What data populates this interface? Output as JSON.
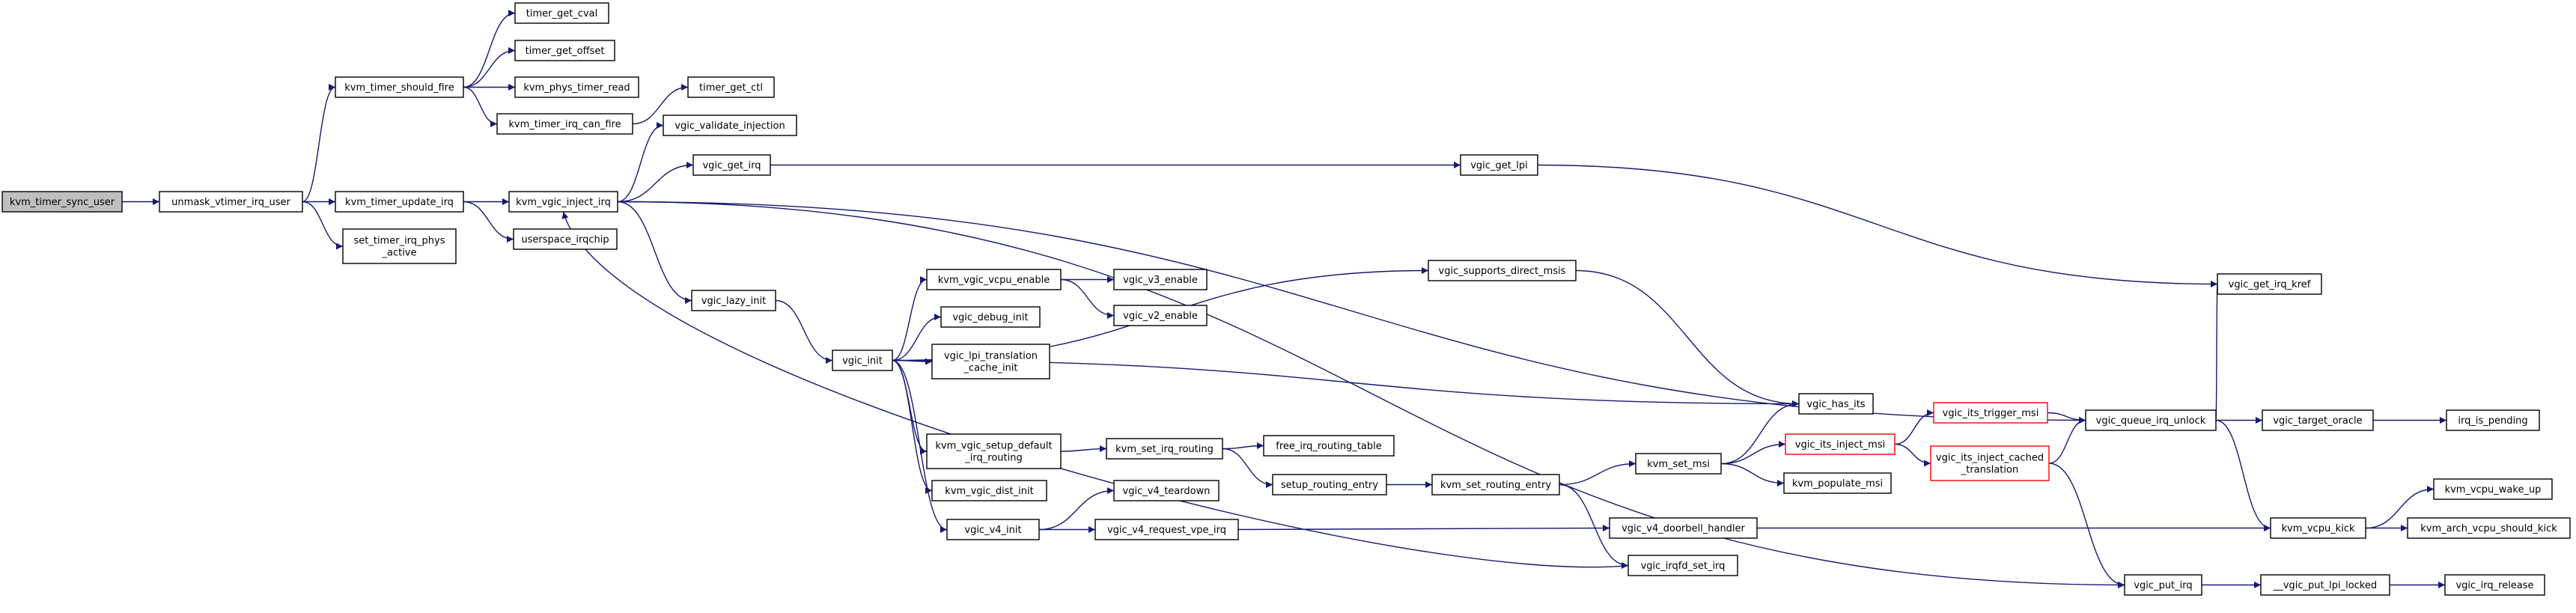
{
  "graph": {
    "title": "",
    "colors": {
      "edge": "#191970",
      "root_fill": "#bfbfbf",
      "truncated_border": "#ff0000",
      "node_border": "#000000",
      "node_fill": "#ffffff"
    },
    "nodes": [
      {
        "id": "kvm_timer_sync_user",
        "lines": [
          "kvm_timer_sync_user"
        ],
        "root": true
      },
      {
        "id": "unmask_vtimer_irq_user",
        "lines": [
          "unmask_vtimer_irq_user"
        ]
      },
      {
        "id": "kvm_timer_should_fire",
        "lines": [
          "kvm_timer_should_fire"
        ]
      },
      {
        "id": "timer_get_cval",
        "lines": [
          "timer_get_cval"
        ]
      },
      {
        "id": "timer_get_offset",
        "lines": [
          "timer_get_offset"
        ]
      },
      {
        "id": "kvm_phys_timer_read",
        "lines": [
          "kvm_phys_timer_read"
        ]
      },
      {
        "id": "kvm_timer_irq_can_fire",
        "lines": [
          "kvm_timer_irq_can_fire"
        ]
      },
      {
        "id": "timer_get_ctl",
        "lines": [
          "timer_get_ctl"
        ]
      },
      {
        "id": "kvm_timer_update_irq",
        "lines": [
          "kvm_timer_update_irq"
        ]
      },
      {
        "id": "set_timer_irq_phys_active",
        "lines": [
          "set_timer_irq_phys",
          "_active"
        ]
      },
      {
        "id": "kvm_vgic_inject_irq",
        "lines": [
          "kvm_vgic_inject_irq"
        ]
      },
      {
        "id": "userspace_irqchip",
        "lines": [
          "userspace_irqchip"
        ]
      },
      {
        "id": "vgic_validate_injection",
        "lines": [
          "vgic_validate_injection"
        ]
      },
      {
        "id": "vgic_get_irq",
        "lines": [
          "vgic_get_irq"
        ]
      },
      {
        "id": "vgic_get_lpi",
        "lines": [
          "vgic_get_lpi"
        ]
      },
      {
        "id": "vgic_get_irq_kref",
        "lines": [
          "vgic_get_irq_kref"
        ]
      },
      {
        "id": "vgic_lazy_init",
        "lines": [
          "vgic_lazy_init"
        ]
      },
      {
        "id": "vgic_init",
        "lines": [
          "vgic_init"
        ]
      },
      {
        "id": "kvm_vgic_vcpu_enable",
        "lines": [
          "kvm_vgic_vcpu_enable"
        ]
      },
      {
        "id": "vgic_v3_enable",
        "lines": [
          "vgic_v3_enable"
        ]
      },
      {
        "id": "vgic_v2_enable",
        "lines": [
          "vgic_v2_enable"
        ]
      },
      {
        "id": "vgic_debug_init",
        "lines": [
          "vgic_debug_init"
        ]
      },
      {
        "id": "vgic_lpi_translation_cache_init",
        "lines": [
          "vgic_lpi_translation",
          "_cache_init"
        ]
      },
      {
        "id": "vgic_supports_direct_msis",
        "lines": [
          "vgic_supports_direct_msis"
        ]
      },
      {
        "id": "vgic_has_its",
        "lines": [
          "vgic_has_its"
        ]
      },
      {
        "id": "kvm_vgic_setup_default_irq_routing",
        "lines": [
          "kvm_vgic_setup_default",
          "_irq_routing"
        ]
      },
      {
        "id": "kvm_set_irq_routing",
        "lines": [
          "kvm_set_irq_routing"
        ]
      },
      {
        "id": "free_irq_routing_table",
        "lines": [
          "free_irq_routing_table"
        ]
      },
      {
        "id": "setup_routing_entry",
        "lines": [
          "setup_routing_entry"
        ]
      },
      {
        "id": "kvm_set_routing_entry",
        "lines": [
          "kvm_set_routing_entry"
        ]
      },
      {
        "id": "kvm_set_msi",
        "lines": [
          "kvm_set_msi"
        ]
      },
      {
        "id": "vgic_its_inject_msi",
        "lines": [
          "vgic_its_inject_msi"
        ],
        "truncated": true
      },
      {
        "id": "vgic_its_trigger_msi",
        "lines": [
          "vgic_its_trigger_msi"
        ],
        "truncated": true
      },
      {
        "id": "vgic_its_inject_cached_translation",
        "lines": [
          "vgic_its_inject_cached",
          "_translation"
        ],
        "truncated": true
      },
      {
        "id": "kvm_populate_msi",
        "lines": [
          "kvm_populate_msi"
        ]
      },
      {
        "id": "vgic_queue_irq_unlock",
        "lines": [
          "vgic_queue_irq_unlock"
        ]
      },
      {
        "id": "vgic_target_oracle",
        "lines": [
          "vgic_target_oracle"
        ]
      },
      {
        "id": "irq_is_pending",
        "lines": [
          "irq_is_pending"
        ]
      },
      {
        "id": "kvm_vcpu_kick",
        "lines": [
          "kvm_vcpu_kick"
        ]
      },
      {
        "id": "kvm_vcpu_wake_up",
        "lines": [
          "kvm_vcpu_wake_up"
        ]
      },
      {
        "id": "kvm_arch_vcpu_should_kick",
        "lines": [
          "kvm_arch_vcpu_should_kick"
        ]
      },
      {
        "id": "kvm_vgic_dist_init",
        "lines": [
          "kvm_vgic_dist_init"
        ]
      },
      {
        "id": "vgic_v4_init",
        "lines": [
          "vgic_v4_init"
        ]
      },
      {
        "id": "vgic_v4_teardown",
        "lines": [
          "vgic_v4_teardown"
        ]
      },
      {
        "id": "vgic_v4_request_vpe_irq",
        "lines": [
          "vgic_v4_request_vpe_irq"
        ]
      },
      {
        "id": "vgic_v4_doorbell_handler",
        "lines": [
          "vgic_v4_doorbell_handler"
        ]
      },
      {
        "id": "vgic_irqfd_set_irq",
        "lines": [
          "vgic_irqfd_set_irq"
        ]
      },
      {
        "id": "vgic_put_irq",
        "lines": [
          "vgic_put_irq"
        ]
      },
      {
        "id": "__vgic_put_lpi_locked",
        "lines": [
          "__vgic_put_lpi_locked"
        ]
      },
      {
        "id": "vgic_irq_release",
        "lines": [
          "vgic_irq_release"
        ]
      }
    ],
    "edges": [
      [
        "kvm_timer_sync_user",
        "unmask_vtimer_irq_user"
      ],
      [
        "unmask_vtimer_irq_user",
        "kvm_timer_should_fire"
      ],
      [
        "unmask_vtimer_irq_user",
        "kvm_timer_update_irq"
      ],
      [
        "unmask_vtimer_irq_user",
        "set_timer_irq_phys_active"
      ],
      [
        "kvm_timer_should_fire",
        "timer_get_cval"
      ],
      [
        "kvm_timer_should_fire",
        "timer_get_offset"
      ],
      [
        "kvm_timer_should_fire",
        "kvm_phys_timer_read"
      ],
      [
        "kvm_timer_should_fire",
        "kvm_timer_irq_can_fire"
      ],
      [
        "kvm_timer_irq_can_fire",
        "timer_get_ctl"
      ],
      [
        "kvm_timer_update_irq",
        "kvm_vgic_inject_irq"
      ],
      [
        "kvm_timer_update_irq",
        "userspace_irqchip"
      ],
      [
        "kvm_vgic_inject_irq",
        "vgic_validate_injection"
      ],
      [
        "kvm_vgic_inject_irq",
        "vgic_get_irq"
      ],
      [
        "kvm_vgic_inject_irq",
        "vgic_lazy_init"
      ],
      [
        "kvm_vgic_inject_irq",
        "vgic_queue_irq_unlock"
      ],
      [
        "vgic_get_irq",
        "vgic_get_lpi"
      ],
      [
        "vgic_get_lpi",
        "vgic_get_irq_kref"
      ],
      [
        "vgic_lazy_init",
        "vgic_init"
      ],
      [
        "vgic_init",
        "kvm_vgic_vcpu_enable"
      ],
      [
        "vgic_init",
        "vgic_debug_init"
      ],
      [
        "vgic_init",
        "vgic_lpi_translation_cache_init"
      ],
      [
        "vgic_init",
        "vgic_supports_direct_msis"
      ],
      [
        "vgic_init",
        "vgic_has_its"
      ],
      [
        "vgic_init",
        "kvm_vgic_setup_default_irq_routing"
      ],
      [
        "vgic_init",
        "kvm_vgic_dist_init"
      ],
      [
        "vgic_init",
        "vgic_v4_init"
      ],
      [
        "kvm_vgic_vcpu_enable",
        "vgic_v3_enable"
      ],
      [
        "kvm_vgic_vcpu_enable",
        "vgic_v2_enable"
      ],
      [
        "vgic_supports_direct_msis",
        "vgic_has_its"
      ],
      [
        "kvm_vgic_setup_default_irq_routing",
        "kvm_set_irq_routing"
      ],
      [
        "kvm_set_irq_routing",
        "free_irq_routing_table"
      ],
      [
        "kvm_set_irq_routing",
        "setup_routing_entry"
      ],
      [
        "setup_routing_entry",
        "kvm_set_routing_entry"
      ],
      [
        "kvm_set_routing_entry",
        "kvm_set_msi"
      ],
      [
        "kvm_set_routing_entry",
        "vgic_irqfd_set_irq"
      ],
      [
        "kvm_set_msi",
        "vgic_has_its"
      ],
      [
        "kvm_set_msi",
        "vgic_its_inject_msi"
      ],
      [
        "kvm_set_msi",
        "kvm_populate_msi"
      ],
      [
        "vgic_its_inject_msi",
        "vgic_its_trigger_msi"
      ],
      [
        "vgic_its_inject_msi",
        "vgic_its_inject_cached_translation"
      ],
      [
        "vgic_its_trigger_msi",
        "vgic_queue_irq_unlock"
      ],
      [
        "vgic_its_inject_cached_translation",
        "vgic_queue_irq_unlock"
      ],
      [
        "vgic_its_inject_cached_translation",
        "vgic_put_irq"
      ],
      [
        "vgic_queue_irq_unlock",
        "vgic_get_irq_kref"
      ],
      [
        "vgic_queue_irq_unlock",
        "vgic_target_oracle"
      ],
      [
        "vgic_queue_irq_unlock",
        "kvm_vcpu_kick"
      ],
      [
        "vgic_target_oracle",
        "irq_is_pending"
      ],
      [
        "kvm_vcpu_kick",
        "kvm_vcpu_wake_up"
      ],
      [
        "kvm_vcpu_kick",
        "kvm_arch_vcpu_should_kick"
      ],
      [
        "vgic_v4_init",
        "vgic_v4_teardown"
      ],
      [
        "vgic_v4_init",
        "vgic_v4_request_vpe_irq"
      ],
      [
        "vgic_v4_request_vpe_irq",
        "vgic_v4_doorbell_handler"
      ],
      [
        "vgic_v4_doorbell_handler",
        "kvm_vcpu_kick"
      ],
      [
        "vgic_irqfd_set_irq",
        "kvm_vgic_inject_irq"
      ],
      [
        "kvm_vgic_inject_irq",
        "vgic_put_irq"
      ],
      [
        "vgic_put_irq",
        "__vgic_put_lpi_locked"
      ],
      [
        "__vgic_put_lpi_locked",
        "vgic_irq_release"
      ]
    ]
  }
}
